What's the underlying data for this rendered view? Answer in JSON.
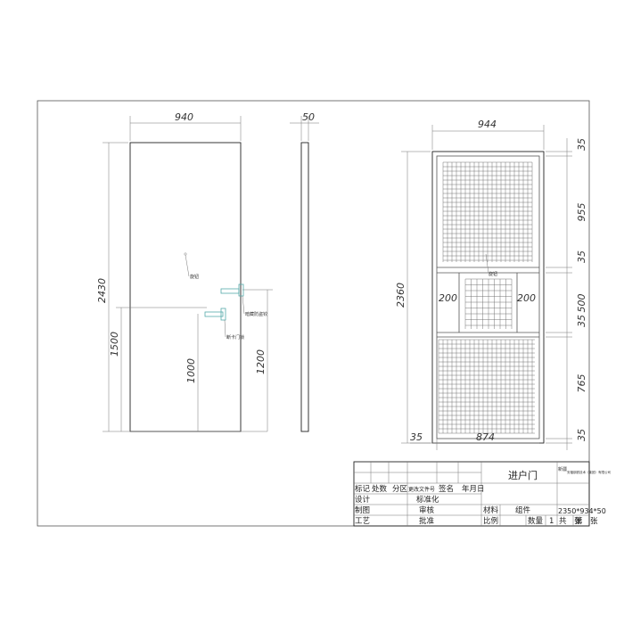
{
  "front_view": {
    "width": "940",
    "height": "2430",
    "dim_1500": "1500",
    "dim_1000": "1000",
    "dim_1200": "1200",
    "labels": {
      "knob": "旋钮",
      "hinge": "暗藏防盗铰",
      "lock": "断卡门锁"
    }
  },
  "side_view": {
    "thickness": "50"
  },
  "mesh_view": {
    "width": "944",
    "height": "2360",
    "inner_width": "874",
    "left_margin": "35",
    "side_200_left": "200",
    "side_200_right": "200",
    "right_dims": [
      "35",
      "955",
      "35",
      "500",
      "35",
      "765",
      "35"
    ],
    "label": "旋钮"
  },
  "title_block": {
    "title": "进户门",
    "company_prefix": "新疆",
    "company": "安福钢铁技术（集团）有限公司",
    "headers": [
      "标记",
      "处数",
      "分区",
      "更改文件号",
      "签名",
      "年月日"
    ],
    "design": "设计",
    "standard": "标准化",
    "drawing": "制图",
    "review": "审核",
    "process": "工艺",
    "approve": "批准",
    "material_label": "材料",
    "material": "组件",
    "scale_label": "比例",
    "qty_label": "数量",
    "qty": "1",
    "size": "2350*934*50",
    "sheets": "共　张",
    "sheet_no": "第　张"
  }
}
